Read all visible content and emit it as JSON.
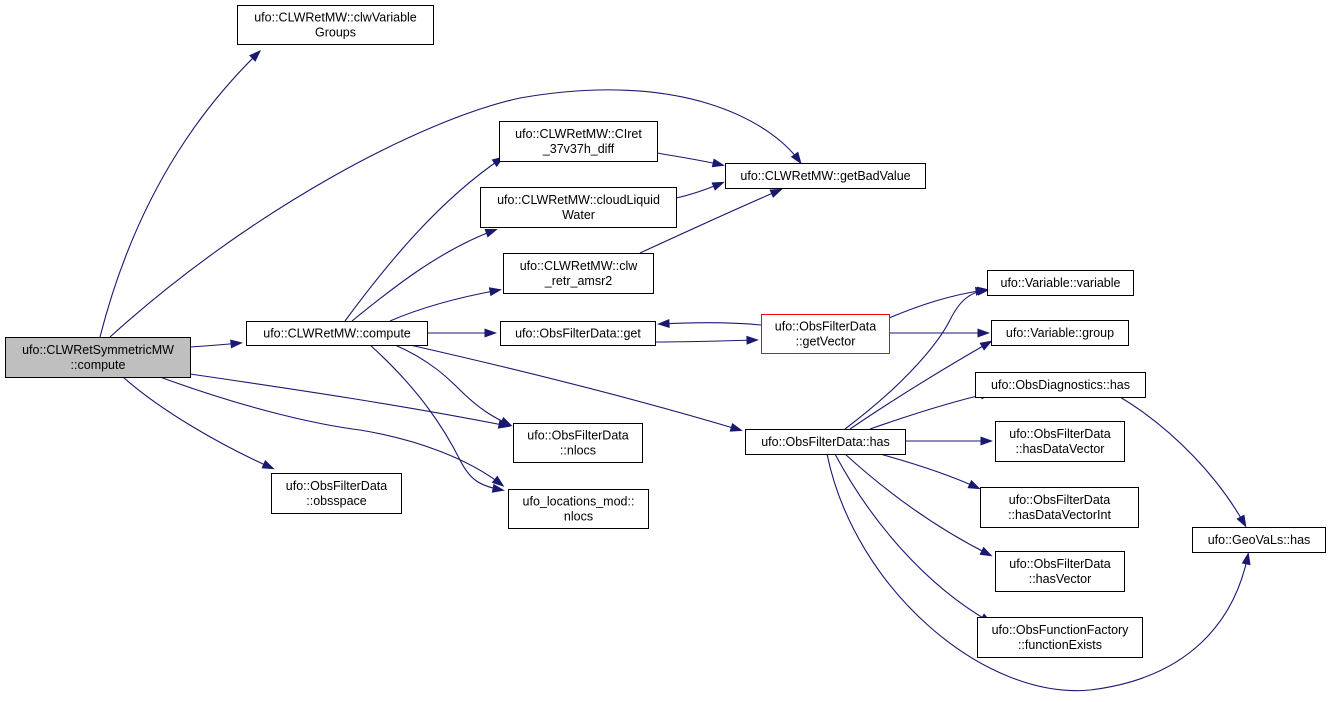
{
  "graph": {
    "nodes": [
      {
        "id": "root",
        "lines": [
          "ufo::CLWRetSymmetricMW",
          "::compute"
        ],
        "style": "root"
      },
      {
        "id": "clwvargroups",
        "lines": [
          "ufo::CLWRetMW::clwVariable",
          "Groups"
        ],
        "style": "normal"
      },
      {
        "id": "compute",
        "lines": [
          "ufo::CLWRetMW::compute"
        ],
        "style": "normal"
      },
      {
        "id": "obsspace",
        "lines": [
          "ufo::ObsFilterData",
          "::obsspace"
        ],
        "style": "normal"
      },
      {
        "id": "clret",
        "lines": [
          "ufo::CLWRetMW::CIret",
          "_37v37h_diff"
        ],
        "style": "normal"
      },
      {
        "id": "cloudliquid",
        "lines": [
          "ufo::CLWRetMW::cloudLiquid",
          "Water"
        ],
        "style": "normal"
      },
      {
        "id": "clwretr",
        "lines": [
          "ufo::CLWRetMW::clw",
          "_retr_amsr2"
        ],
        "style": "normal"
      },
      {
        "id": "getbad",
        "lines": [
          "ufo::CLWRetMW::getBadValue"
        ],
        "style": "normal"
      },
      {
        "id": "fdget",
        "lines": [
          "ufo::ObsFilterData::get"
        ],
        "style": "normal"
      },
      {
        "id": "getvector",
        "lines": [
          "ufo::ObsFilterData",
          "::getVector"
        ],
        "style": "red"
      },
      {
        "id": "fdnlocs",
        "lines": [
          "ufo::ObsFilterData",
          "::nlocs"
        ],
        "style": "normal"
      },
      {
        "id": "locnlocs",
        "lines": [
          "ufo_locations_mod::",
          "nlocs"
        ],
        "style": "normal"
      },
      {
        "id": "fdhas",
        "lines": [
          "ufo::ObsFilterData::has"
        ],
        "style": "normal"
      },
      {
        "id": "varvariable",
        "lines": [
          "ufo::Variable::variable"
        ],
        "style": "normal"
      },
      {
        "id": "vargroup",
        "lines": [
          "ufo::Variable::group"
        ],
        "style": "normal"
      },
      {
        "id": "diaghas",
        "lines": [
          "ufo::ObsDiagnostics::has"
        ],
        "style": "normal"
      },
      {
        "id": "hasdatavector",
        "lines": [
          "ufo::ObsFilterData",
          "::hasDataVector"
        ],
        "style": "normal"
      },
      {
        "id": "hasdatavectorint",
        "lines": [
          "ufo::ObsFilterData",
          "::hasDataVectorInt"
        ],
        "style": "normal"
      },
      {
        "id": "hasvector",
        "lines": [
          "ufo::ObsFilterData",
          "::hasVector"
        ],
        "style": "normal"
      },
      {
        "id": "funcexists",
        "lines": [
          "ufo::ObsFunctionFactory",
          "::functionExists"
        ],
        "style": "normal"
      },
      {
        "id": "geovalshas",
        "lines": [
          "ufo::GeoVaLs::has"
        ],
        "style": "normal"
      }
    ],
    "edges": [
      {
        "from": "root",
        "to": "clwvargroups"
      },
      {
        "from": "root",
        "to": "getbad"
      },
      {
        "from": "root",
        "to": "compute"
      },
      {
        "from": "root",
        "to": "fdnlocs"
      },
      {
        "from": "root",
        "to": "locnlocs"
      },
      {
        "from": "root",
        "to": "obsspace"
      },
      {
        "from": "compute",
        "to": "clret"
      },
      {
        "from": "compute",
        "to": "cloudliquid"
      },
      {
        "from": "compute",
        "to": "clwretr"
      },
      {
        "from": "compute",
        "to": "fdget"
      },
      {
        "from": "compute",
        "to": "fdnlocs"
      },
      {
        "from": "compute",
        "to": "locnlocs"
      },
      {
        "from": "compute",
        "to": "fdhas"
      },
      {
        "from": "clret",
        "to": "getbad"
      },
      {
        "from": "cloudliquid",
        "to": "getbad"
      },
      {
        "from": "clwretr",
        "to": "getbad"
      },
      {
        "from": "fdget",
        "to": "getvector"
      },
      {
        "from": "getvector",
        "to": "fdget"
      },
      {
        "from": "getvector",
        "to": "varvariable"
      },
      {
        "from": "getvector",
        "to": "vargroup"
      },
      {
        "from": "fdhas",
        "to": "varvariable"
      },
      {
        "from": "fdhas",
        "to": "vargroup"
      },
      {
        "from": "fdhas",
        "to": "diaghas"
      },
      {
        "from": "fdhas",
        "to": "hasdatavector"
      },
      {
        "from": "fdhas",
        "to": "hasdatavectorint"
      },
      {
        "from": "fdhas",
        "to": "hasvector"
      },
      {
        "from": "fdhas",
        "to": "funcexists"
      },
      {
        "from": "fdhas",
        "to": "geovalshas"
      },
      {
        "from": "diaghas",
        "to": "geovalshas"
      }
    ]
  }
}
